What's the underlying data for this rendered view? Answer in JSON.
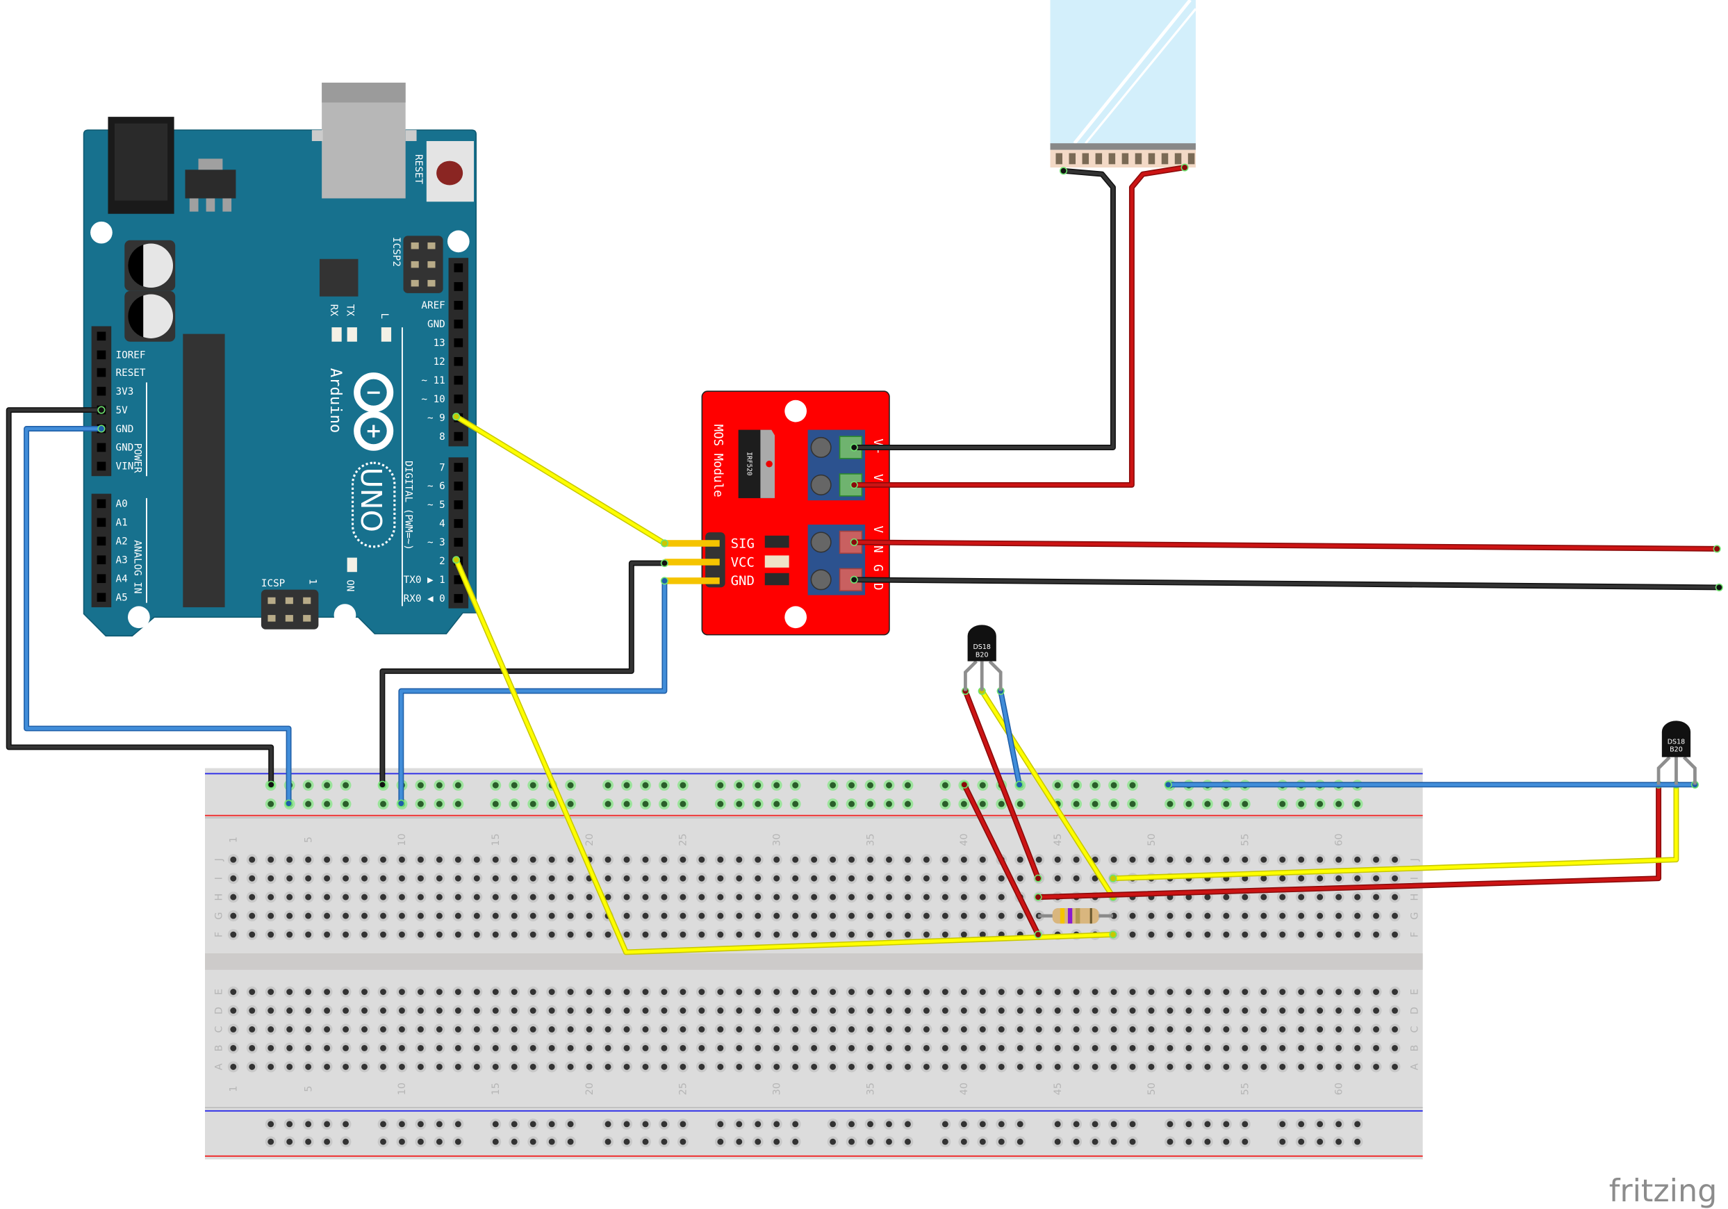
{
  "arduino": {
    "brand": "Arduino",
    "model": "UNO",
    "reset_label": "RESET",
    "icsp2_label": "ICSP2",
    "icsp_label": "ICSP",
    "icsp_pin1": "1",
    "rx_label": "RX",
    "tx_label": "TX",
    "l_label": "L",
    "on_label": "ON",
    "power_label": "POWER",
    "analog_label": "ANALOG IN",
    "digital_label": "DIGITAL (PWM=~)",
    "power_pins": [
      "IOREF",
      "RESET",
      "3V3",
      "5V",
      "GND",
      "GND",
      "VIN"
    ],
    "analog_pins": [
      "A0",
      "A1",
      "A2",
      "A3",
      "A4",
      "A5"
    ],
    "digital_pins_top": [
      "AREF",
      "GND",
      "13",
      "12",
      "~ 11",
      "~ 10",
      "~ 9",
      "8"
    ],
    "digital_pins_bottom": [
      "7",
      "~ 6",
      "~ 5",
      "4",
      "~ 3",
      "2",
      "TX0 ▶ 1",
      "RX0 ◀ 0"
    ],
    "board_color": "#17718e"
  },
  "mos_module": {
    "title": "MOS Module",
    "chip": "IRF520",
    "pins": [
      "SIG",
      "VCC",
      "GND"
    ],
    "terminals_out": [
      "V+",
      "V-"
    ],
    "terminals_in": [
      "V",
      "N",
      "G",
      "D"
    ],
    "board_color": "#ff0000"
  },
  "sensors": [
    {
      "label_line1": "DS18",
      "label_line2": "B20"
    },
    {
      "label_line1": "DS18",
      "label_line2": "B20"
    }
  ],
  "breadboard": {
    "row_letters_top": [
      "J",
      "I",
      "H",
      "G",
      "F"
    ],
    "row_letters_bottom": [
      "E",
      "D",
      "C",
      "B",
      "A"
    ],
    "column_numbers": [
      "1",
      "5",
      "10",
      "15",
      "20",
      "25",
      "30",
      "35",
      "40",
      "45",
      "50",
      "55",
      "60"
    ]
  },
  "wire_colors": {
    "black": "#333333",
    "red": "#cc1414",
    "blue": "#418dd9",
    "yellow": "#ffff00"
  },
  "logo": "fritzing"
}
